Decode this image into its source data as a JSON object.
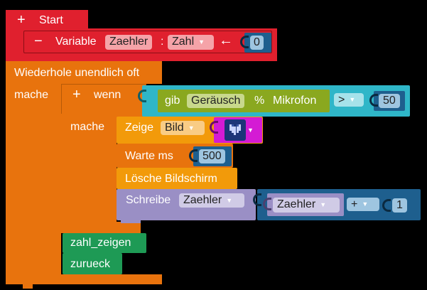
{
  "colors": {
    "red": "#e0202e",
    "orange": "#e8730d",
    "gold": "#f29a0a",
    "teal": "#2fb6c8",
    "olive": "#8aa81f",
    "purple": "#9a8fc5",
    "blue": "#1e5f8e",
    "green": "#1e9a55",
    "magenta": "#d41bd4"
  },
  "start": {
    "plus": "+",
    "label": "Start",
    "var_minus": "−",
    "var_label": "Variable",
    "var_name": "Zaehler",
    "colon": ":",
    "var_type": "Zahl",
    "assign_arrow": "←",
    "init_value": "0"
  },
  "loop": {
    "label": "Wiederhole unendlich oft",
    "do_label": "mache"
  },
  "if_block": {
    "plus": "+",
    "label": "wenn",
    "do_label": "mache",
    "sensor_prefix": "gib",
    "sensor_name": "Geräusch",
    "sensor_percent": "%",
    "sensor_suffix": "Mikrofon",
    "compare_op": ">",
    "compare_value": "50"
  },
  "show_image": {
    "label": "Zeige",
    "type": "Bild",
    "icon": "heart-icon"
  },
  "wait": {
    "label": "Warte ms",
    "value": "500"
  },
  "clear": {
    "label": "Lösche Bildschirm"
  },
  "write": {
    "label": "Schreibe",
    "var": "Zaehler",
    "expr_var": "Zaehler",
    "op": "+",
    "amount": "1"
  },
  "calls": {
    "show_number": "zahl_zeigen",
    "back": "zurueck"
  }
}
